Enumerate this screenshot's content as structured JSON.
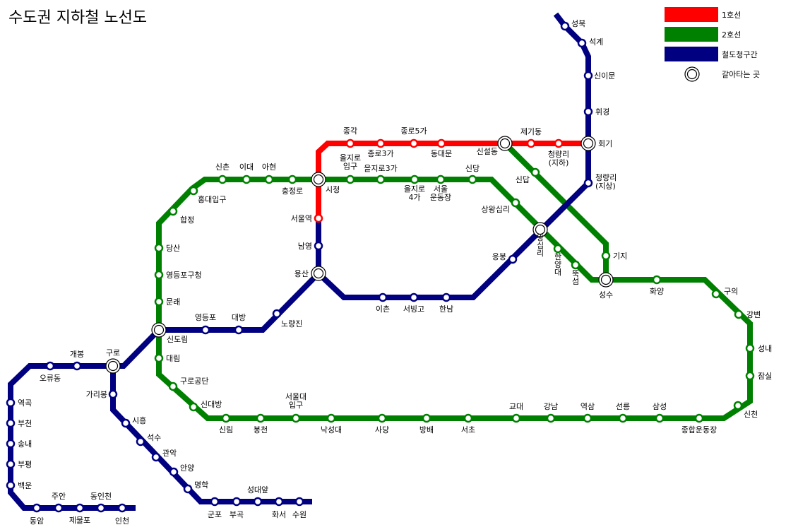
{
  "title": "수도권 지하철 노선도",
  "legend": [
    {
      "key": "line1",
      "label": "1호선",
      "color": "#ff0000"
    },
    {
      "key": "line2",
      "label": "2호선",
      "color": "#008000"
    },
    {
      "key": "rail",
      "label": "철도청구간",
      "color": "#000080"
    }
  ],
  "legend_transfer": "갈아타는 곳",
  "colors": {
    "line1": "#ff0000",
    "line2": "#008000",
    "rail": "#000080"
  },
  "lines": [
    {
      "name": "line2",
      "stations": [
        "시청",
        "을지로입구",
        "을지로3가",
        "을지로4가",
        "서울운동장",
        "신당",
        "상왕십리",
        "왕십리",
        "한양대",
        "뚝섬",
        "성수",
        "화양",
        "구의",
        "강변",
        "성내",
        "잠실",
        "신천",
        "종합운동장",
        "삼성",
        "선릉",
        "역삼",
        "강남",
        "교대",
        "서초",
        "방배",
        "사당",
        "낙성대",
        "서울대입구",
        "봉천",
        "신림",
        "신대방",
        "구로공단",
        "대림",
        "신도림",
        "문래",
        "영등포구청",
        "당산",
        "합정",
        "홍대입구",
        "신촌",
        "이대",
        "아현",
        "충정로"
      ]
    },
    {
      "name": "line2-branch",
      "stations": [
        "성수",
        "기지",
        "신답",
        "신설동"
      ]
    },
    {
      "name": "line1",
      "stations": [
        "서울역",
        "시청",
        "종각",
        "종로3가",
        "종로5가",
        "동대문",
        "신설동",
        "제기동",
        "청량리(지하)"
      ]
    },
    {
      "name": "rail-north",
      "stations": [
        "성북",
        "석계",
        "신이문",
        "휘경",
        "회기",
        "청량리(지상)",
        "왕십리",
        "응봉",
        "한남",
        "서빙고",
        "이촌",
        "용산",
        "남영",
        "서울역"
      ]
    },
    {
      "name": "rail-west",
      "stations": [
        "용산",
        "노량진",
        "대방",
        "영등포",
        "신도림",
        "구로",
        "개봉",
        "오류동",
        "역곡",
        "부천",
        "송내",
        "부평",
        "백운",
        "동암",
        "주안",
        "제물포",
        "동인천",
        "인천"
      ]
    },
    {
      "name": "rail-south",
      "stations": [
        "구로",
        "가리봉",
        "시흥",
        "석수",
        "관악",
        "안양",
        "명학",
        "군포",
        "부곡",
        "성대앞",
        "화서",
        "수원"
      ]
    }
  ],
  "stations": [
    {
      "id": "si",
      "label": "시청",
      "transfer": true
    },
    {
      "id": "eul1",
      "label": "을지로\n입구",
      "transfer": false
    },
    {
      "id": "eul3",
      "label": "을지로3가",
      "transfer": false
    },
    {
      "id": "eul4",
      "label": "을지로\n4가",
      "transfer": false
    },
    {
      "id": "sud",
      "label": "서울\n운동장",
      "transfer": false
    },
    {
      "id": "sindang",
      "label": "신당",
      "transfer": false
    },
    {
      "id": "swang",
      "label": "상왕십리",
      "transfer": false
    },
    {
      "id": "wang",
      "label": "왕\n십\n리",
      "transfer": true
    },
    {
      "id": "hyd",
      "label": "한\n양\n대",
      "transfer": false
    },
    {
      "id": "ttuk",
      "label": "뚝\n섬",
      "transfer": false
    },
    {
      "id": "seongsu",
      "label": "성수",
      "transfer": true
    },
    {
      "id": "hwayang",
      "label": "화양",
      "transfer": false
    },
    {
      "id": "gui",
      "label": "구의",
      "transfer": false
    },
    {
      "id": "gangbyeon",
      "label": "강변",
      "transfer": false
    },
    {
      "id": "seongnae",
      "label": "성내",
      "transfer": false
    },
    {
      "id": "jamsil",
      "label": "잠실",
      "transfer": false
    },
    {
      "id": "sincheon",
      "label": "신천",
      "transfer": false
    },
    {
      "id": "jonghap",
      "label": "종합운동장",
      "transfer": false
    },
    {
      "id": "samseong",
      "label": "삼성",
      "transfer": false
    },
    {
      "id": "seolleung",
      "label": "선릉",
      "transfer": false
    },
    {
      "id": "yeoksam",
      "label": "역삼",
      "transfer": false
    },
    {
      "id": "gangnam",
      "label": "강남",
      "transfer": false
    },
    {
      "id": "gyodae",
      "label": "교대",
      "transfer": false
    },
    {
      "id": "seocho",
      "label": "서초",
      "transfer": false
    },
    {
      "id": "bangbae",
      "label": "방배",
      "transfer": false
    },
    {
      "id": "sadang",
      "label": "사당",
      "transfer": false
    },
    {
      "id": "nakseongdae",
      "label": "낙성대",
      "transfer": false
    },
    {
      "id": "snu",
      "label": "서울대\n입구",
      "transfer": false
    },
    {
      "id": "bongcheon",
      "label": "봉천",
      "transfer": false
    },
    {
      "id": "sillim",
      "label": "신림",
      "transfer": false
    },
    {
      "id": "sindaebang",
      "label": "신대방",
      "transfer": false
    },
    {
      "id": "gurogongdan",
      "label": "구로공단",
      "transfer": false
    },
    {
      "id": "daerim",
      "label": "대림",
      "transfer": false
    },
    {
      "id": "sindorim",
      "label": "신도림",
      "transfer": true
    },
    {
      "id": "mullae",
      "label": "문래",
      "transfer": false
    },
    {
      "id": "ydpgu",
      "label": "영등포구청",
      "transfer": false
    },
    {
      "id": "dangsan",
      "label": "당산",
      "transfer": false
    },
    {
      "id": "hapjeong",
      "label": "합정",
      "transfer": false
    },
    {
      "id": "hongdae",
      "label": "홍대입구",
      "transfer": false
    },
    {
      "id": "sinchon",
      "label": "신촌",
      "transfer": false
    },
    {
      "id": "idae",
      "label": "이대",
      "transfer": false
    },
    {
      "id": "ahyeon",
      "label": "아현",
      "transfer": false
    },
    {
      "id": "chungjeongno",
      "label": "충정로",
      "transfer": false
    },
    {
      "id": "giji",
      "label": "기지",
      "transfer": false
    },
    {
      "id": "sindap",
      "label": "신답",
      "transfer": false
    },
    {
      "id": "sinseoldong",
      "label": "신설동",
      "transfer": true
    },
    {
      "id": "jegi",
      "label": "제기동",
      "transfer": false
    },
    {
      "id": "cheongnyangniU",
      "label": "청량리\n(지하)",
      "transfer": false
    },
    {
      "id": "hoegi",
      "label": "회기",
      "transfer": true
    },
    {
      "id": "jonggak",
      "label": "종각",
      "transfer": false
    },
    {
      "id": "jongno3",
      "label": "종로3가",
      "transfer": false
    },
    {
      "id": "jongno5",
      "label": "종로5가",
      "transfer": false
    },
    {
      "id": "dongdaemun",
      "label": "동대문",
      "transfer": false
    },
    {
      "id": "seoulstation",
      "label": "서울역",
      "transfer": false
    },
    {
      "id": "namyeong",
      "label": "남영",
      "transfer": false
    },
    {
      "id": "yongsan",
      "label": "용산",
      "transfer": true
    },
    {
      "id": "ichon",
      "label": "이촌",
      "transfer": false
    },
    {
      "id": "seobinggo",
      "label": "서빙고",
      "transfer": false
    },
    {
      "id": "hannam",
      "label": "한남",
      "transfer": false
    },
    {
      "id": "eungbong",
      "label": "응봉",
      "transfer": false
    },
    {
      "id": "cheongnyangniA",
      "label": "청량리\n(지상)",
      "transfer": false
    },
    {
      "id": "hwigyeong",
      "label": "휘경",
      "transfer": false
    },
    {
      "id": "sinimun",
      "label": "신이문",
      "transfer": false
    },
    {
      "id": "seokgye",
      "label": "석계",
      "transfer": false
    },
    {
      "id": "seongbuk",
      "label": "성북",
      "transfer": false
    },
    {
      "id": "noryangjin",
      "label": "노량진",
      "transfer": false
    },
    {
      "id": "daebang",
      "label": "대방",
      "transfer": false
    },
    {
      "id": "yeongdeungpo",
      "label": "영등포",
      "transfer": false
    },
    {
      "id": "guro",
      "label": "구로",
      "transfer": true
    },
    {
      "id": "gaebong",
      "label": "개봉",
      "transfer": false
    },
    {
      "id": "oryu",
      "label": "오류동",
      "transfer": false
    },
    {
      "id": "yeokgok",
      "label": "역곡",
      "transfer": false
    },
    {
      "id": "bucheon",
      "label": "부천",
      "transfer": false
    },
    {
      "id": "songnae",
      "label": "송내",
      "transfer": false
    },
    {
      "id": "bupyeong",
      "label": "부평",
      "transfer": false
    },
    {
      "id": "baegun",
      "label": "백운",
      "transfer": false
    },
    {
      "id": "dongam",
      "label": "동암",
      "transfer": false
    },
    {
      "id": "juan",
      "label": "주안",
      "transfer": false
    },
    {
      "id": "jemulpo",
      "label": "제물포",
      "transfer": false
    },
    {
      "id": "dongincheon",
      "label": "동인천",
      "transfer": false
    },
    {
      "id": "incheon",
      "label": "인천",
      "transfer": false
    },
    {
      "id": "garibong",
      "label": "가리봉",
      "transfer": false
    },
    {
      "id": "siheung",
      "label": "시흥",
      "transfer": false
    },
    {
      "id": "seoksu",
      "label": "석수",
      "transfer": false
    },
    {
      "id": "gwanak",
      "label": "관악",
      "transfer": false
    },
    {
      "id": "anyang",
      "label": "안양",
      "transfer": false
    },
    {
      "id": "myeonghak",
      "label": "명학",
      "transfer": false
    },
    {
      "id": "gunpo",
      "label": "군포",
      "transfer": false
    },
    {
      "id": "bugok",
      "label": "부곡",
      "transfer": false
    },
    {
      "id": "seongdaeap",
      "label": "성대앞",
      "transfer": false
    },
    {
      "id": "hwaseo",
      "label": "화서",
      "transfer": false
    },
    {
      "id": "suwon",
      "label": "수원",
      "transfer": false
    }
  ]
}
